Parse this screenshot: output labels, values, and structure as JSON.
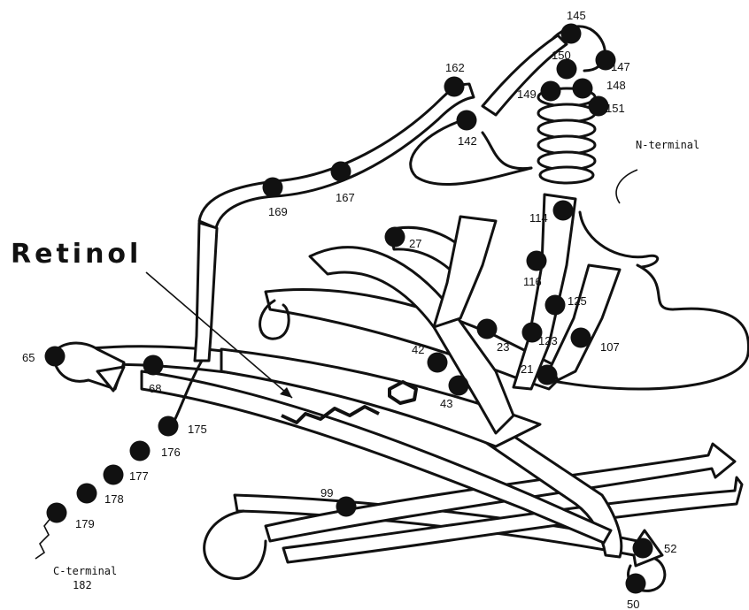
{
  "title": "Retinol",
  "n_terminal": "N-terminal",
  "c_terminal": "C-terminal",
  "c_terminal_num": "182",
  "residues": [
    {
      "id": "r145",
      "label": "145"
    },
    {
      "id": "r147",
      "label": "147"
    },
    {
      "id": "r150",
      "label": "150"
    },
    {
      "id": "r148",
      "label": "148"
    },
    {
      "id": "r149",
      "label": "149"
    },
    {
      "id": "r151",
      "label": "151"
    },
    {
      "id": "r162",
      "label": "162"
    },
    {
      "id": "r142",
      "label": "142"
    },
    {
      "id": "r167",
      "label": "167"
    },
    {
      "id": "r169",
      "label": "169"
    },
    {
      "id": "r114",
      "label": "114"
    },
    {
      "id": "r27",
      "label": "27"
    },
    {
      "id": "r116",
      "label": "116"
    },
    {
      "id": "r125",
      "label": "125"
    },
    {
      "id": "r123",
      "label": "123"
    },
    {
      "id": "r107",
      "label": "107"
    },
    {
      "id": "r23",
      "label": "23"
    },
    {
      "id": "r21",
      "label": "21"
    },
    {
      "id": "r42",
      "label": "42"
    },
    {
      "id": "r43",
      "label": "43"
    },
    {
      "id": "r65",
      "label": "65"
    },
    {
      "id": "r68",
      "label": "68"
    },
    {
      "id": "r175",
      "label": "175"
    },
    {
      "id": "r176",
      "label": "176"
    },
    {
      "id": "r177",
      "label": "177"
    },
    {
      "id": "r178",
      "label": "178"
    },
    {
      "id": "r179",
      "label": "179"
    },
    {
      "id": "r99",
      "label": "99"
    },
    {
      "id": "r52",
      "label": "52"
    },
    {
      "id": "r50",
      "label": "50"
    }
  ]
}
